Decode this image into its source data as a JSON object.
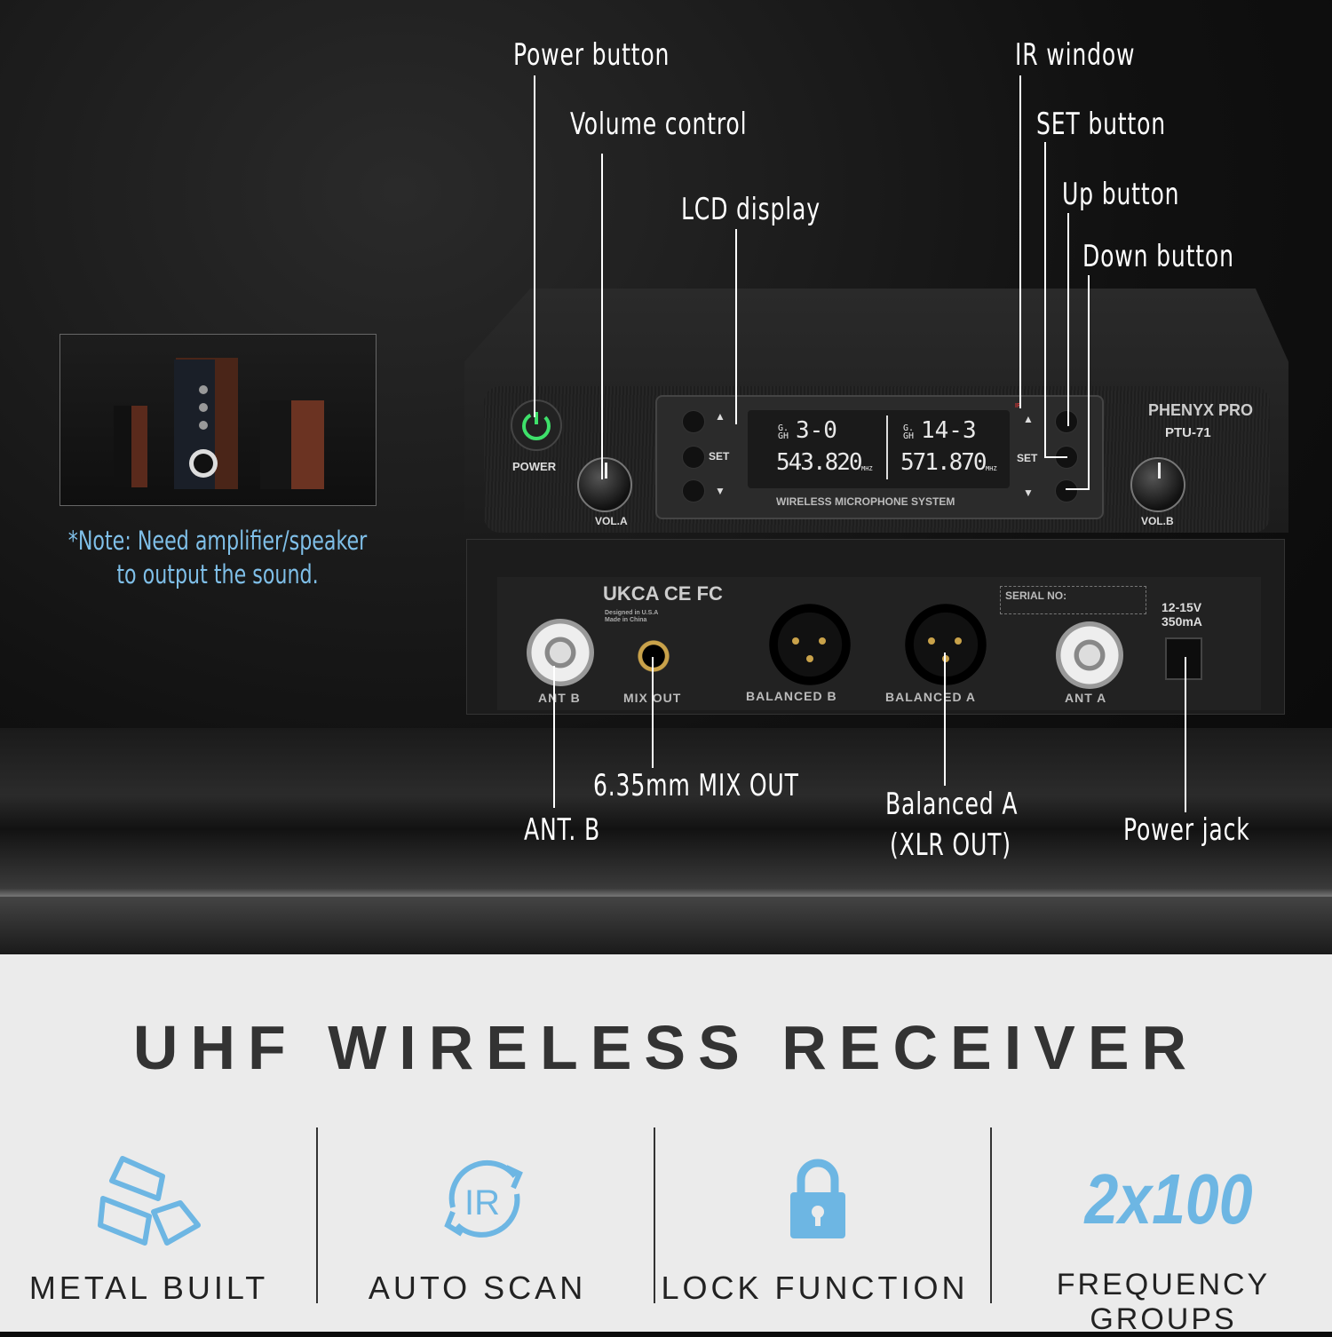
{
  "callouts": {
    "power_button": "Power button",
    "volume_control": "Volume control",
    "lcd_display": "LCD display",
    "ir_window": "IR window",
    "set_button": "SET button",
    "up_button": "Up button",
    "down_button": "Down button",
    "ant_b": "ANT. B",
    "mix_out": "6.35mm MIX OUT",
    "balanced_a_1": "Balanced A",
    "balanced_a_2": "(XLR OUT)",
    "power_jack": "Power jack"
  },
  "device": {
    "brand": "PHENYX PRO",
    "model": "PTU-71",
    "power_label": "POWER",
    "vol_a": "VOL.A",
    "vol_b": "VOL.B",
    "set": "SET",
    "ir": "IR",
    "lcd": {
      "gh": "G. GH",
      "left_group": "3-0",
      "left_freq": "543.820",
      "right_group": "14-3",
      "right_freq": "571.870",
      "unit": "MHZ",
      "system": "WIRELESS MICROPHONE SYSTEM"
    },
    "rear": {
      "certs": "UKCA CE FC",
      "origin_1": "Designed in U.S.A",
      "origin_2": "Made in China",
      "serial": "SERIAL NO:",
      "power_spec_1": "12-15V",
      "power_spec_2": "350mA",
      "ant_b": "ANT B",
      "mix_out": "MIX OUT",
      "balanced_b": "BALANCED B",
      "balanced_a": "BALANCED A",
      "ant_a": "ANT A"
    },
    "power_led_color": "#3ee06a"
  },
  "note": {
    "line1": "*Note: Need amplifier/speaker",
    "line2": "to output the sound."
  },
  "title": "UHF WIRELESS RECEIVER",
  "features": [
    {
      "icon": "metal-bars-icon",
      "label": "METAL BUILT"
    },
    {
      "icon": "ir-auto-scan-icon",
      "label": "AUTO SCAN",
      "icon_text": "IR"
    },
    {
      "icon": "lock-icon",
      "label": "LOCK FUNCTION"
    },
    {
      "icon": "text-graphic",
      "label": "FREQUENCY GROUPS",
      "icon_text": "2x100"
    }
  ],
  "accent_color": "#6db6e3"
}
